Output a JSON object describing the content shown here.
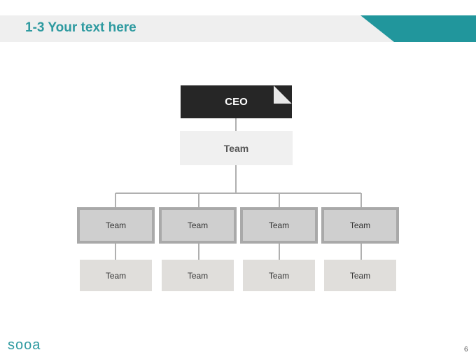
{
  "header": {
    "title": "1-3 Your text here"
  },
  "org": {
    "ceo": "CEO",
    "top_team": "Team",
    "mid_teams": [
      "Team",
      "Team",
      "Team",
      "Team"
    ],
    "low_teams": [
      "Team",
      "Team",
      "Team",
      "Team"
    ]
  },
  "footer": {
    "logo": "sooa",
    "page": "6"
  },
  "colors": {
    "accent": "#21969c",
    "title": "#2e9aa0",
    "ceo_bg": "#262626"
  }
}
